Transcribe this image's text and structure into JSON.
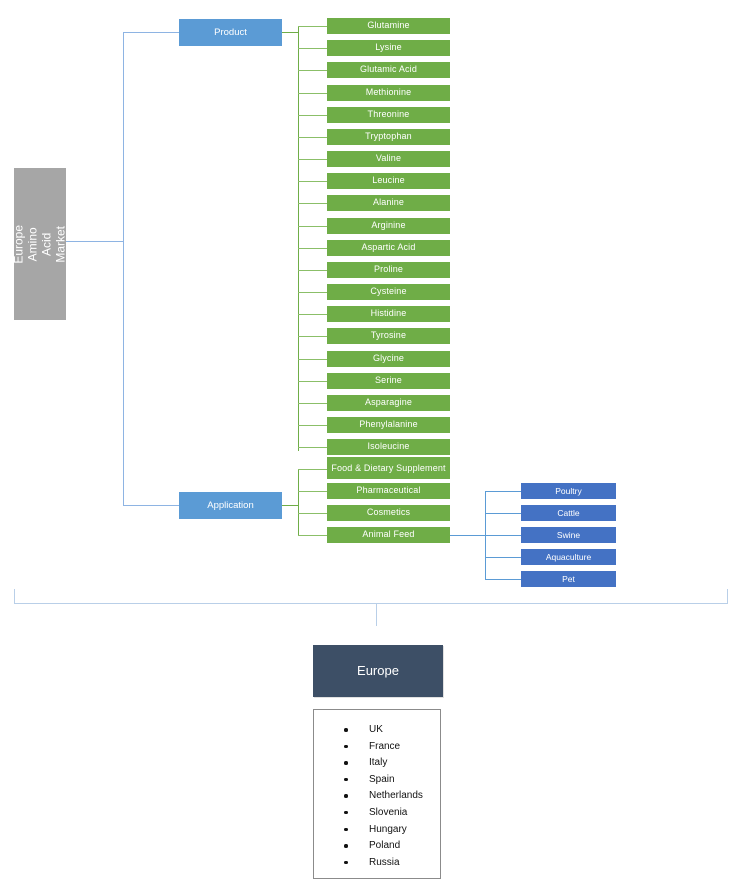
{
  "diagram": {
    "root": {
      "label": "Europe Amino Acid Market",
      "color": "#a6a6a6"
    },
    "categories": [
      {
        "label": "Product",
        "color": "#5b9bd5"
      },
      {
        "label": "Application",
        "color": "#5b9bd5"
      }
    ],
    "products": [
      "Glutamine",
      "Lysine",
      "Glutamic Acid",
      "Methionine",
      "Threonine",
      "Tryptophan",
      "Valine",
      "Leucine",
      "Alanine",
      "Arginine",
      "Aspartic Acid",
      "Proline",
      "Cysteine",
      "Histidine",
      "Tyrosine",
      "Glycine",
      "Serine",
      "Asparagine",
      "Phenylalanine",
      "Isoleucine"
    ],
    "applications": [
      "Food & Dietary Supplement",
      "Pharmaceutical",
      "Cosmetics",
      "Animal Feed"
    ],
    "animal_feed_segments": [
      "Poultry",
      "Cattle",
      "Swine",
      "Aquaculture",
      "Pet"
    ],
    "region": {
      "label": "Europe",
      "color": "#3d4f66"
    },
    "countries": [
      "UK",
      "France",
      "Italy",
      "Spain",
      "Netherlands",
      "Slovenia",
      "Hungary",
      "Poland",
      "Russia"
    ],
    "colors": {
      "product_leaf": "#6fad47",
      "category": "#5b9bd5",
      "segment": "#4472c4",
      "root": "#a6a6a6",
      "region": "#3d4f66",
      "connector_blue": "#8eb4e3",
      "connector_green": "#8bbf68"
    }
  }
}
